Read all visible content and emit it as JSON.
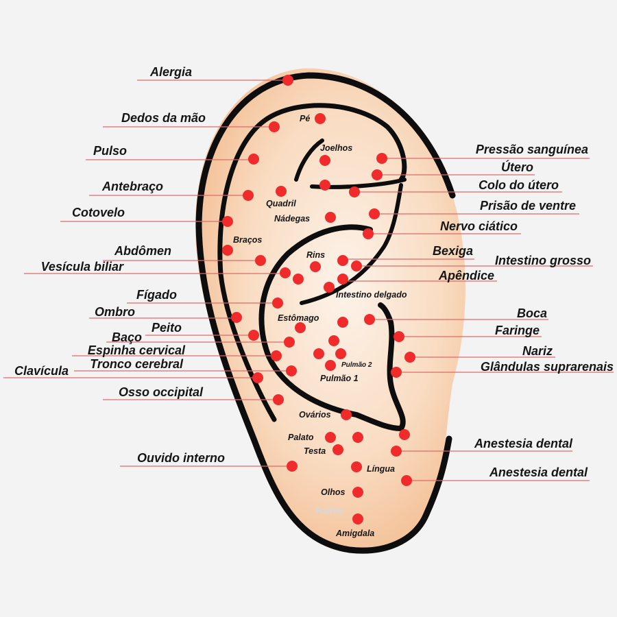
{
  "title": "Auriculoterapia - mapa da orelha",
  "colors": {
    "dot": "#ef2b2b",
    "line": "#e06a6a",
    "skin": "#f8d2b0",
    "ink": "#0d0d0d"
  },
  "left_labels": [
    "Alergia",
    "Dedos da mão",
    "Pulso",
    "Antebraço",
    "Cotovelo",
    "Abdômen",
    "Vesícula biliar",
    "Fígado",
    "Ombro",
    "Peito",
    "Baço",
    "Espinha cervical",
    "Tronco cerebral",
    "Clavícula",
    "Osso occipital",
    "Ouvido interno"
  ],
  "right_labels": [
    "Pressão sanguínea",
    "Útero",
    "Colo do útero",
    "Prisão de ventre",
    "Nervo ciático",
    "Bexiga",
    "Intestino grosso",
    "Apêndice",
    "Boca",
    "Faringe",
    "Nariz",
    "Glândulas suprarenais",
    "Anestesia dental",
    "Anestesia dental"
  ],
  "inner_labels": [
    "Pé",
    "Joelhos",
    "Quadril",
    "Nádegas",
    "Braços",
    "Rins",
    "Intestino delgado",
    "Estômago",
    "Pulmão 2",
    "Pulmão 1",
    "Ovários",
    "Palato",
    "Testa",
    "Língua",
    "Olhos",
    "Amigdala"
  ],
  "watermark": "Ratio"
}
